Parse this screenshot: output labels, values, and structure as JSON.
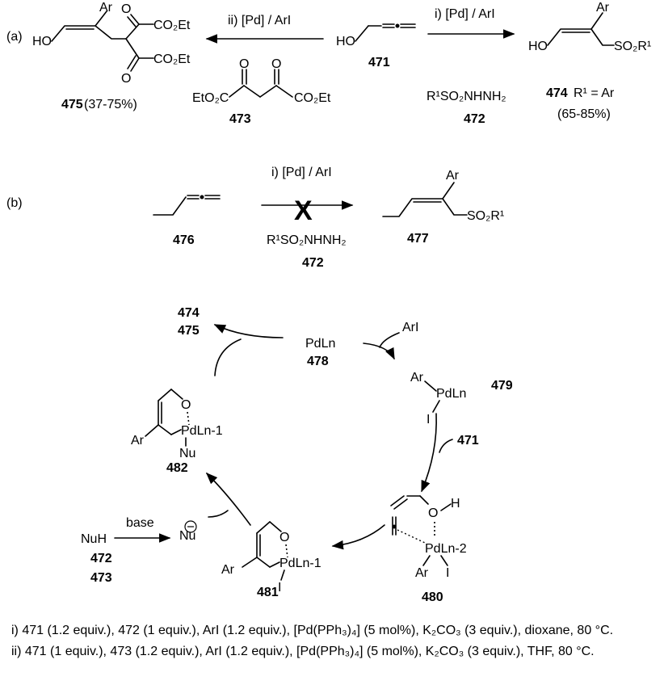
{
  "part_a": {
    "label": "(a)",
    "start": {
      "id": "471",
      "atom": "HO"
    },
    "left_arrow": "ii) [Pd] / ArI",
    "right_arrow": "i) [Pd] / ArI",
    "product_475": {
      "id": "475",
      "yield": "(37-75%)",
      "ho": "HO",
      "ar": "Ar",
      "o": "O",
      "ester": "CO₂Et"
    },
    "reagent_473": {
      "id": "473",
      "left_ester": "EtO₂C",
      "right_ester": "CO₂Et",
      "o": "O"
    },
    "reagent_472": {
      "id": "472",
      "formula": "R¹SO₂NHNH₂"
    },
    "product_474": {
      "id": "474",
      "r_text": "R¹ = Ar",
      "yield": "(65-85%)",
      "ho": "HO",
      "ar": "Ar",
      "so2": "SO₂R¹"
    }
  },
  "part_b": {
    "label": "(b)",
    "start": {
      "id": "476"
    },
    "arrow": "i) [Pd] / ArI",
    "blocked_mark": "X",
    "reagent": {
      "id": "472",
      "formula": "R¹SO₂NHNH₂"
    },
    "product": {
      "id": "477",
      "ar": "Ar",
      "so2": "SO₂R¹"
    }
  },
  "cycle": {
    "out_products": [
      "474",
      "475"
    ],
    "catalyst": {
      "id": "478",
      "formula": "PdLn"
    },
    "aryl_iodide": "ArI",
    "oxidative_adduct": {
      "id": "479",
      "ar": "Ar",
      "pd": "PdLn",
      "i": "I"
    },
    "allene_in": "471",
    "complex_480": {
      "id": "480",
      "o": "O",
      "h": "H",
      "pd": "PdLn-2",
      "ar": "Ar",
      "i": "I"
    },
    "complex_481": {
      "id": "481",
      "o": "O",
      "pd": "PdLn-1",
      "ar": "Ar",
      "i": "I"
    },
    "complex_482": {
      "id": "482",
      "o": "O",
      "pd": "PdLn-1",
      "ar": "Ar",
      "nu": "Nu"
    },
    "nucleophile": {
      "nuh": "NuH",
      "ids": [
        "472",
        "473"
      ],
      "base": "base",
      "nu": "Nu",
      "charge": "⊖"
    }
  },
  "conditions": {
    "i": "i) 471 (1.2 equiv.), 472 (1 equiv.), ArI (1.2 equiv.), [Pd(PPh₃)₄] (5 mol%), K₂CO₃ (3 equiv.), dioxane, 80 °C.",
    "ii": "ii) 471 (1 equiv.), 473 (1.2 equiv.), ArI (1.2 equiv.), [Pd(PPh₃)₄] (5 mol%), K₂CO₃ (3 equiv.), THF, 80 °C."
  }
}
